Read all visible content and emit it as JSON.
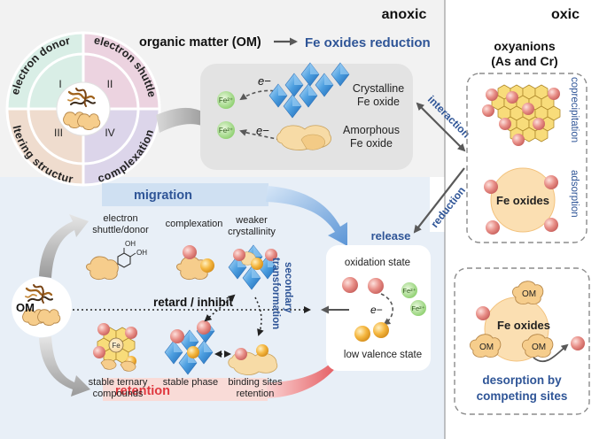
{
  "header": {
    "anoxic": "anoxic",
    "oxic": "oxic"
  },
  "wheel": {
    "q1": "electron donor",
    "q2": "electron shuttle",
    "q3": "altering structure",
    "q4": "complexation",
    "n1": "I",
    "n2": "II",
    "n3": "III",
    "n4": "IV"
  },
  "top": {
    "om_label": "organic matter (OM)",
    "reduction_label": "Fe oxides reduction",
    "electron": "e−",
    "fe2": "Fe²⁺",
    "crystalline_1": "Crystalline",
    "crystalline_2": "Fe oxide",
    "amorphous_1": "Amorphous",
    "amorphous_2": "Fe oxide"
  },
  "arrows": {
    "interaction": "interaction",
    "reduction": "reduction",
    "release": "release"
  },
  "oxyanions": {
    "title_1": "oxyanions",
    "title_2": "(As and Cr)",
    "coprecipitation": "coprecipitation",
    "adsorption": "adsorption",
    "fe_oxides": "Fe oxides"
  },
  "desorption": {
    "fe_oxides": "Fe oxides",
    "om": "OM",
    "label_1": "desorption by",
    "label_2": "competing sites"
  },
  "lower": {
    "migration": "migration",
    "retention": "retention",
    "om": "OM",
    "retard": "retard / inhibit",
    "secondary_1": "secondary",
    "secondary_2": "transformation",
    "electron_shuttle_1": "electron",
    "electron_shuttle_2": "shuttle/donor",
    "complexation": "complexation",
    "weaker_1": "weaker",
    "weaker_2": "crystallinity",
    "oh": "OH",
    "ternary_1": "stable ternary",
    "ternary_2": "compounds",
    "fe": "Fe",
    "stable_phase": "stable phase",
    "binding_1": "binding sites",
    "binding_2": "retention",
    "oxidation_state": "oxidation state",
    "low_valence": "low valence state",
    "electron": "e−",
    "fe2": "Fe²⁺"
  },
  "colors": {
    "title_blue": "#2f5597",
    "q1": "#d9eee6",
    "q2": "#ecd3e0",
    "q3": "#efdcce",
    "q4": "#dcd5ea",
    "sphere_red": "#e58a84",
    "sphere_orange": "#f4b43a",
    "crystal_blue": "#3d8fd8",
    "hex_yellow": "#f8dc7a",
    "om_tan": "#f3c886",
    "fe2_green": "#9fd983"
  }
}
